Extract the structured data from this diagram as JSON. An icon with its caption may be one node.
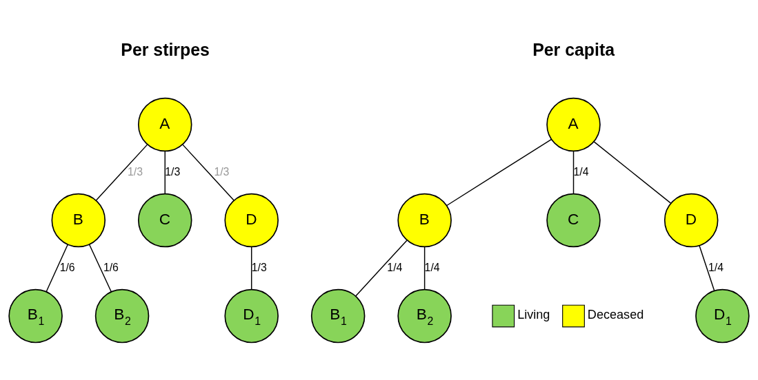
{
  "diagram": {
    "nodes": [
      {
        "text": [
          "A"
        ]
      },
      {
        "text": [
          "B"
        ]
      },
      {
        "text": [
          "C"
        ]
      },
      {
        "text": [
          "D"
        ]
      },
      {
        "text": [
          "B$_{1}$"
        ]
      },
      {
        "text": [
          "B$_{2}$"
        ]
      },
      {
        "text": [
          "D$_{1}$"
        ]
      },
      {
        "text": [
          "A"
        ]
      },
      {
        "text": [
          "B"
        ]
      },
      {
        "text": [
          "C"
        ]
      },
      {
        "text": [
          "D"
        ]
      },
      {
        "text": [
          "B$_{1}$"
        ]
      },
      {
        "text": [
          "B$_{2}$"
        ]
      },
      {
        "text": [
          "D$_{1}$"
        ]
      }
    ],
    "edges": [
      {
        "from": 0,
        "to": 1,
        "arrow": "none",
        "label": "1/3"
      },
      {
        "from": 0,
        "to": 2,
        "arrow": "none",
        "label": "1/3"
      },
      {
        "from": 0,
        "to": 3,
        "arrow": "none",
        "label": "1/3"
      },
      {
        "from": 1,
        "to": 4,
        "arrow": "none",
        "label": "1/6"
      },
      {
        "from": 1,
        "to": 5,
        "arrow": "none",
        "label": "1/6"
      },
      {
        "from": 3,
        "to": 6,
        "arrow": "none",
        "label": "1/3"
      },
      {
        "from": 7,
        "to": 8,
        "arrow": "none"
      },
      {
        "from": 7,
        "to": 9,
        "arrow": "none",
        "label": "1/4"
      },
      {
        "from": 7,
        "to": 10,
        "arrow": "none"
      },
      {
        "from": 8,
        "to": 11,
        "arrow": "none",
        "label": "1/4"
      },
      {
        "from": 8,
        "to": 12,
        "arrow": "none",
        "label": "1/4"
      },
      {
        "from": 10,
        "to": 13,
        "arrow": "none",
        "label": "1/4"
      }
    ],
    "labels": [
      "Per stirpes",
      "Per capita"
    ],
    "legend": [
      {
        "text": "Living",
        "color": "#88d459"
      },
      {
        "text": "Deceased",
        "color": "#ffff00"
      }
    ]
  }
}
